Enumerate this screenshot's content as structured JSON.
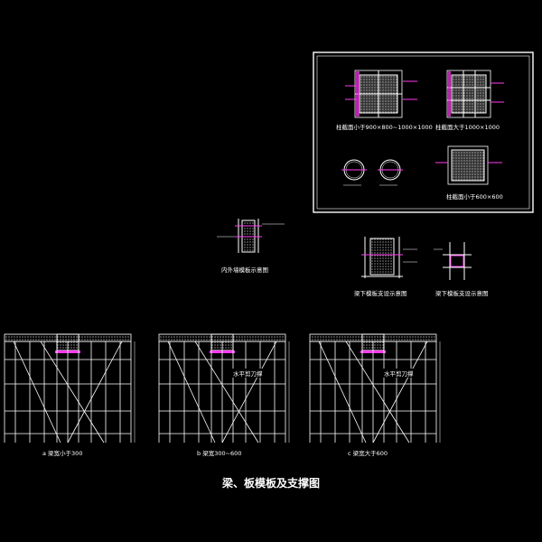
{
  "drawing": {
    "title": "梁、板模板及支撑图",
    "colors": {
      "background": "#000000",
      "line": "#ffffff",
      "accent": "#ff3bf0",
      "hatch": "#9cc8ff"
    },
    "column_sections": {
      "label_a": "柱截面小于900×800~1000×1000",
      "label_b": "柱截面大于1000×1000",
      "label_c": "柱截面小于600×600"
    },
    "wall_detail": {
      "label": "内外墙模板示意图"
    },
    "beam_details": {
      "label_left": "梁下模板支设示意图",
      "label_right": "梁下模板支设示意图"
    },
    "frames": [
      {
        "caption": "a 梁宽小于300",
        "note": ""
      },
      {
        "caption": "b 梁宽300~600",
        "note": "水平剪刀撑"
      },
      {
        "caption": "c 梁宽大于600",
        "note": "水平剪刀撑"
      }
    ]
  }
}
